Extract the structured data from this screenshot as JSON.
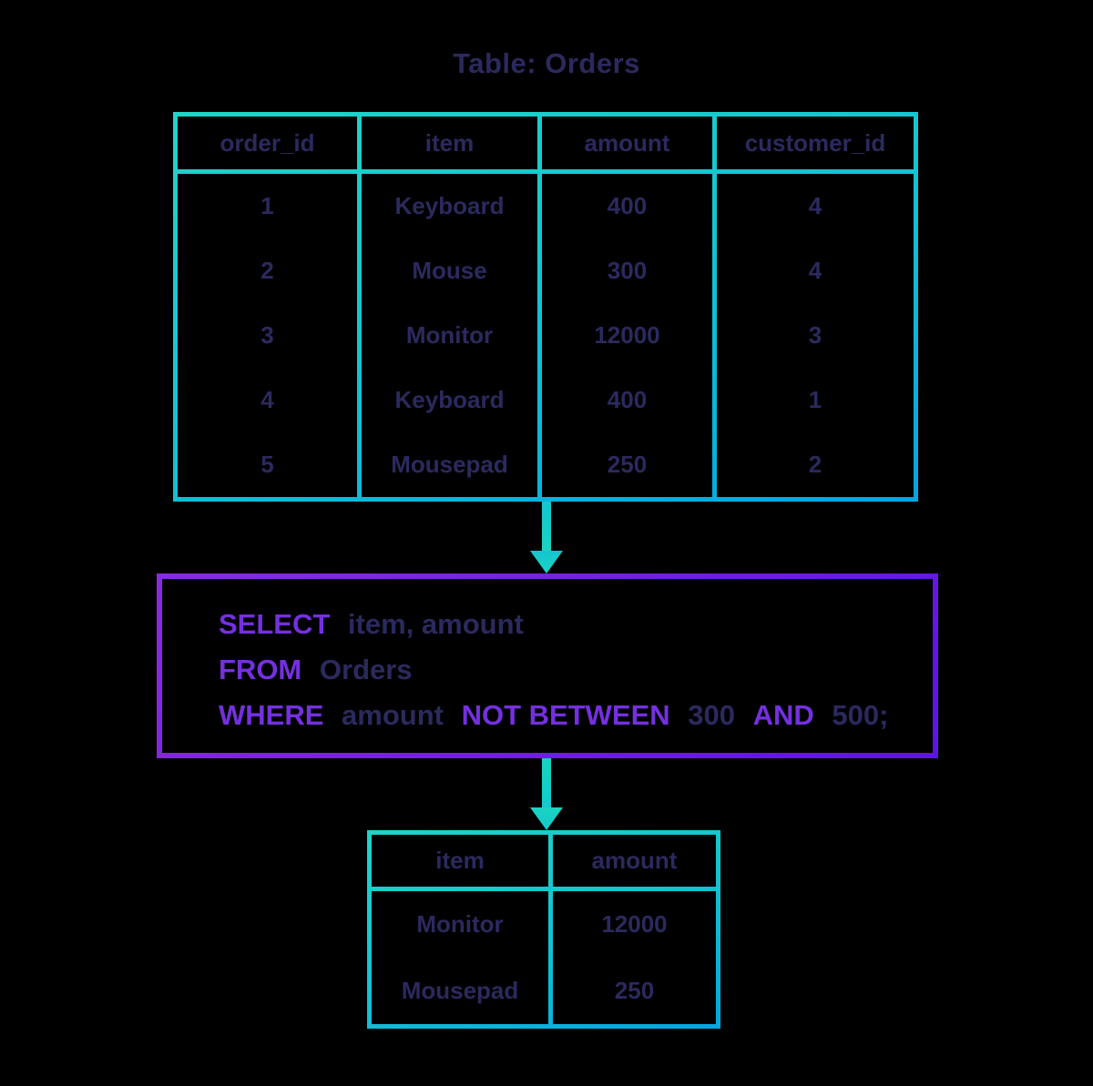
{
  "title": "Table: Orders",
  "orders_table": {
    "headers": [
      "order_id",
      "item",
      "amount",
      "customer_id"
    ],
    "rows": [
      [
        "1",
        "Keyboard",
        "400",
        "4"
      ],
      [
        "2",
        "Mouse",
        "300",
        "4"
      ],
      [
        "3",
        "Monitor",
        "12000",
        "3"
      ],
      [
        "4",
        "Keyboard",
        "400",
        "1"
      ],
      [
        "5",
        "Mousepad",
        "250",
        "2"
      ]
    ]
  },
  "query": {
    "line1": {
      "kw": "SELECT",
      "rest": "item, amount"
    },
    "line2": {
      "kw": "FROM",
      "rest": "Orders"
    },
    "line3": {
      "kw1": "WHERE",
      "t1": "amount",
      "kw2": "NOT BETWEEN",
      "t2": "300",
      "kw3": "AND",
      "t3": "500;"
    }
  },
  "result_table": {
    "headers": [
      "item",
      "amount"
    ],
    "rows": [
      [
        "Monitor",
        "12000"
      ],
      [
        "Mousepad",
        "250"
      ]
    ]
  },
  "icons": {
    "flow_arrow_1": "arrow-down-icon",
    "flow_arrow_2": "arrow-down-icon"
  },
  "colors": {
    "background": "#000000",
    "text_navy": "#2b2a5e",
    "keyword_purple": "#7430e0",
    "table_border_teal": "#1fd5c6",
    "table_border_blue": "#00a6e2",
    "query_border_violet": "#8a2be2",
    "query_border_indigo": "#5b13e8"
  }
}
